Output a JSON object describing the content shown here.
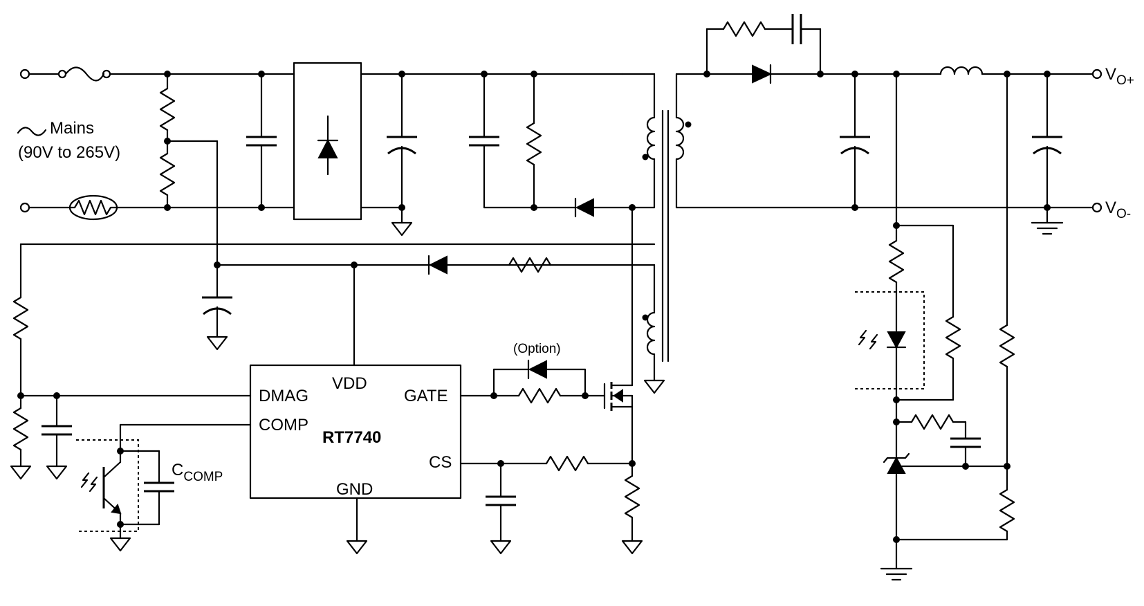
{
  "chip": {
    "name": "RT7740",
    "pins": {
      "vdd": "VDD",
      "dmag": "DMAG",
      "comp": "COMP",
      "gate": "GATE",
      "cs": "CS",
      "gnd": "GND"
    }
  },
  "labels": {
    "mains_line1": "Mains",
    "mains_line2": "(90V to 265V)",
    "option": "(Option)",
    "ccomp_main": "C",
    "ccomp_sub": "COMP",
    "vout_pos_main": "V",
    "vout_pos_sub": "O+",
    "vout_neg_main": "V",
    "vout_neg_sub": "O-"
  }
}
